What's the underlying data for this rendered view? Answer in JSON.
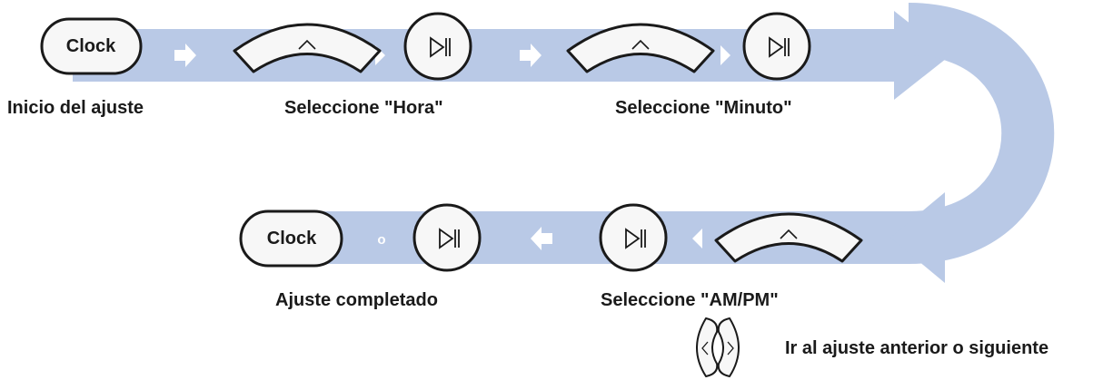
{
  "colors": {
    "band": "#b9c9e6",
    "arrow_glyph": "#ffffff",
    "button_fill": "#f7f7f7",
    "button_stroke": "#1a1a1a",
    "text": "#1a1a1a"
  },
  "buttons": {
    "clock_label": "Clock",
    "up_icon": "chevron-up-icon",
    "play_pause_icon": "play-pause-icon",
    "left_icon": "chevron-left-icon",
    "right_icon": "chevron-right-icon"
  },
  "steps": {
    "start_label": "Inicio del ajuste",
    "hour_label": "Seleccione \"Hora\"",
    "minute_label": "Seleccione \"Minuto\"",
    "ampm_label": "Seleccione \"AM/PM\"",
    "done_label": "Ajuste completado"
  },
  "or_text": "o",
  "legend": {
    "nav_label": "Ir al ajuste anterior o siguiente"
  }
}
